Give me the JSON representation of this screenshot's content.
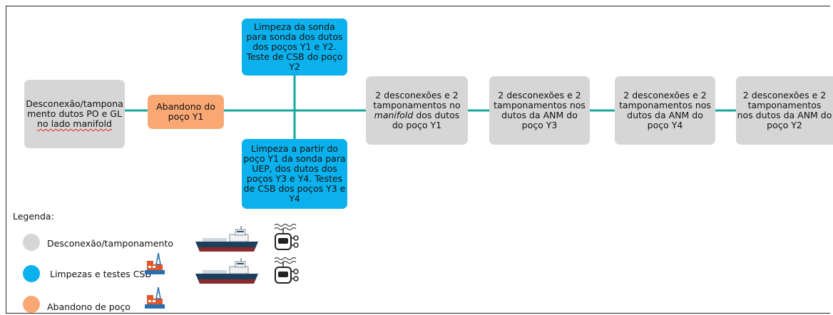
{
  "colors": {
    "gray": "#d6d6d6",
    "blue": "#0bb1ec",
    "orange": "#f9a874",
    "connector": "#14a99a"
  },
  "nodes": {
    "node1": [
      "Desconexão/tampona",
      "mento dutos PO e GL",
      "no lado manifold"
    ],
    "node2": [
      "Abandono do",
      "poço Y1"
    ],
    "node_top": [
      "Limpeza da sonda",
      "para sonda dos dutos",
      "dos poços Y1 e Y2.",
      "Teste de CSB do poço",
      "Y2"
    ],
    "node_bottom": [
      "Limpeza a partir do",
      "poço Y1 da sonda para",
      "UEP, dos dutos dos",
      "poços Y3 e Y4. Testes",
      "de CSB dos poços Y3 e",
      "Y4"
    ],
    "node3": [
      "2 desconexões e 2",
      "tamponamentos no",
      "manifold dos dutos",
      "do poço Y1"
    ],
    "node4": [
      "2 desconexões e 2",
      "tamponamentos nos",
      "dutos da ANM do",
      "poço Y3"
    ],
    "node5": [
      "2 desconexões e 2",
      "tamponamentos nos",
      "dutos da ANM do",
      "poço Y4"
    ],
    "node6": [
      "2 desconexões e 2",
      "tamponamentos",
      "nos dutos da ANM do",
      "poço Y2"
    ]
  },
  "legend": {
    "title": "Legenda:",
    "items": [
      {
        "label": "Desconexão/tamponamento",
        "color": "gray",
        "icons": [
          "vessel-icon",
          "subsea-tool-icon"
        ]
      },
      {
        "label": "Limpezas e testes CSB",
        "color": "blue",
        "icons": [
          "rig-icon",
          "vessel-icon",
          "subsea-tool-icon"
        ]
      },
      {
        "label": "Abandono de poço",
        "color": "orange",
        "icons": [
          "rig-icon"
        ]
      }
    ]
  }
}
